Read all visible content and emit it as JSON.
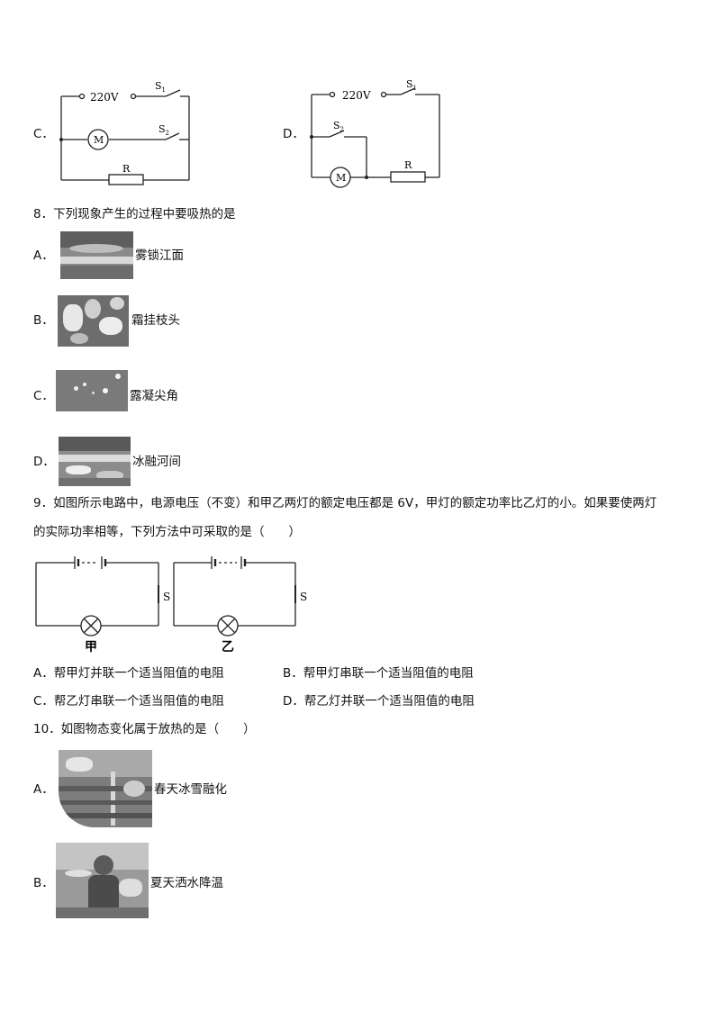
{
  "q7": {
    "option_c": "C．",
    "option_d": "D．",
    "voltage": "220V",
    "switch_1": "S",
    "switch_1_sub": "1",
    "switch_2": "S",
    "switch_2_sub": "2",
    "motor": "M",
    "resistor": "R"
  },
  "q8": {
    "stem": "8．下列现象产生的过程中要吸热的是",
    "options": [
      {
        "letter": "A．",
        "text": "雾锁江面"
      },
      {
        "letter": "B．",
        "text": "霜挂枝头"
      },
      {
        "letter": "C．",
        "text": "露凝尖角"
      },
      {
        "letter": "D．",
        "text": "冰融河间"
      }
    ]
  },
  "q9": {
    "stem_line1": "9．如图所示电路中，电源电压（不变）和甲乙两灯的额定电压都是 6V，甲灯的额定功率比乙灯的小。如果要使两灯",
    "stem_line2": "的实际功率相等，下列方法中可采取的是（　　）",
    "switch_label": "S",
    "lamp_left": "甲",
    "lamp_right": "乙",
    "options": [
      "A．帮甲灯并联一个适当阻值的电阻",
      "B．帮甲灯串联一个适当阻值的电阻",
      "C．帮乙灯串联一个适当阻值的电阻",
      "D．帮乙灯并联一个适当阻值的电阻"
    ]
  },
  "q10": {
    "stem": "10．如图物态变化属于放热的是（　　）",
    "options": [
      {
        "letter": "A．",
        "text": "春天冰雪融化"
      },
      {
        "letter": "B．",
        "text": "夏天洒水降温"
      }
    ]
  }
}
